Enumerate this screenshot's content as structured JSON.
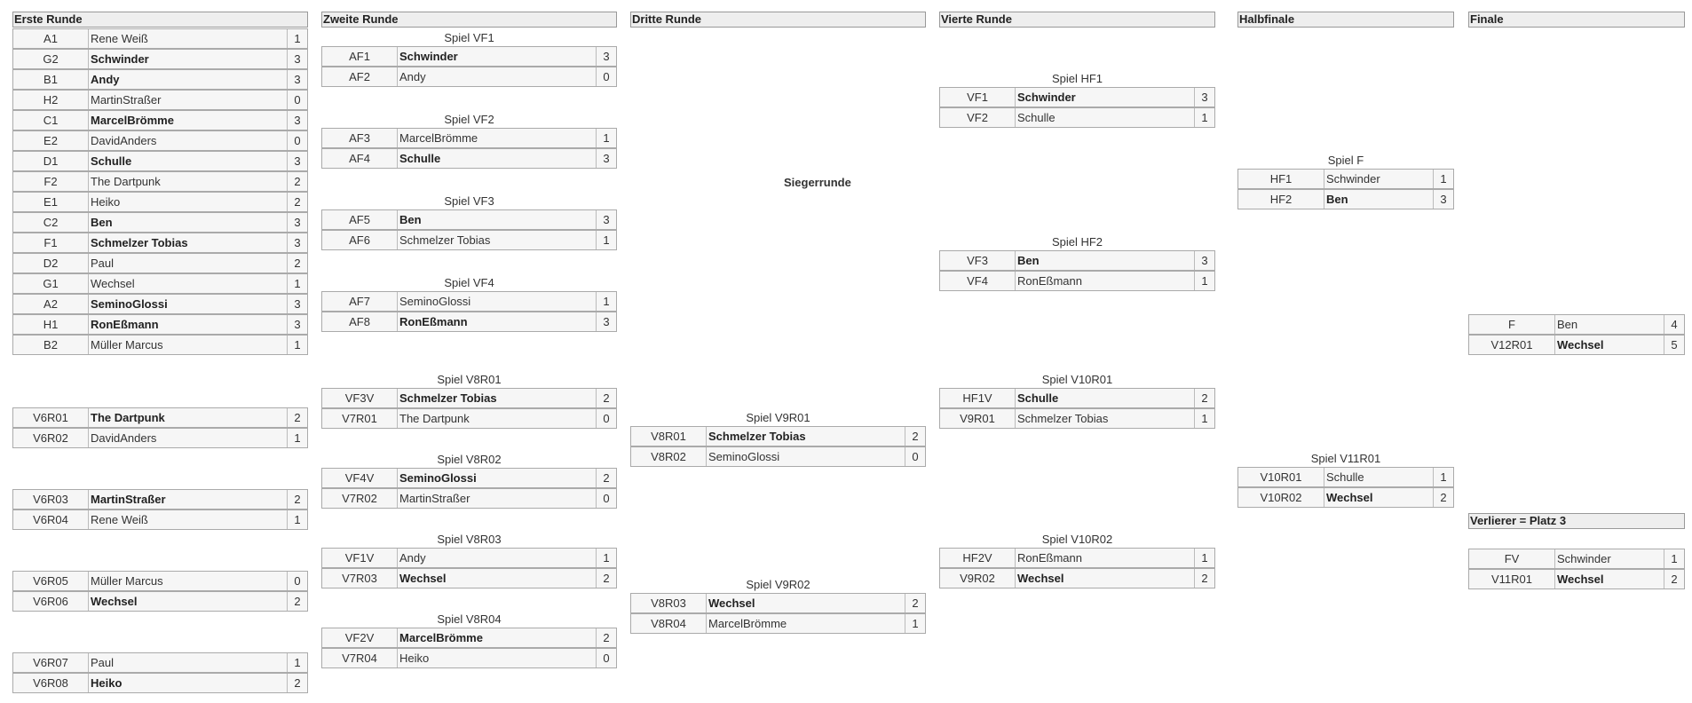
{
  "headers": {
    "r1": "Erste Runde",
    "r2": "Zweite Runde",
    "r3": "Dritte Runde",
    "r4": "Vierte Runde",
    "hf": "Halbfinale",
    "f": "Finale",
    "verlierer": "Verlierer = Platz 3"
  },
  "siegerrunde": "Siegerrunde",
  "r1": [
    {
      "code": "A1",
      "name": "Rene Weiß",
      "score": "1",
      "win": false
    },
    {
      "code": "G2",
      "name": "Schwinder",
      "score": "3",
      "win": true
    },
    {
      "code": "B1",
      "name": "Andy",
      "score": "3",
      "win": true
    },
    {
      "code": "H2",
      "name": "MartinStraßer",
      "score": "0",
      "win": false
    },
    {
      "code": "C1",
      "name": "MarcelBrömme",
      "score": "3",
      "win": true
    },
    {
      "code": "E2",
      "name": "DavidAnders",
      "score": "0",
      "win": false
    },
    {
      "code": "D1",
      "name": "Schulle",
      "score": "3",
      "win": true
    },
    {
      "code": "F2",
      "name": "The Dartpunk",
      "score": "2",
      "win": false
    },
    {
      "code": "E1",
      "name": "Heiko",
      "score": "2",
      "win": false
    },
    {
      "code": "C2",
      "name": "Ben",
      "score": "3",
      "win": true
    },
    {
      "code": "F1",
      "name": "Schmelzer Tobias",
      "score": "3",
      "win": true
    },
    {
      "code": "D2",
      "name": "Paul",
      "score": "2",
      "win": false
    },
    {
      "code": "G1",
      "name": "Wechsel",
      "score": "1",
      "win": false
    },
    {
      "code": "A2",
      "name": "SeminoGlossi",
      "score": "3",
      "win": true
    },
    {
      "code": "H1",
      "name": "RonEßmann",
      "score": "3",
      "win": true
    },
    {
      "code": "B2",
      "name": "Müller Marcus",
      "score": "1",
      "win": false
    }
  ],
  "v6": [
    [
      {
        "code": "V6R01",
        "name": "The Dartpunk",
        "score": "2",
        "win": true
      },
      {
        "code": "V6R02",
        "name": "DavidAnders",
        "score": "1",
        "win": false
      }
    ],
    [
      {
        "code": "V6R03",
        "name": "MartinStraßer",
        "score": "2",
        "win": true
      },
      {
        "code": "V6R04",
        "name": "Rene Weiß",
        "score": "1",
        "win": false
      }
    ],
    [
      {
        "code": "V6R05",
        "name": "Müller Marcus",
        "score": "0",
        "win": false
      },
      {
        "code": "V6R06",
        "name": "Wechsel",
        "score": "2",
        "win": true
      }
    ],
    [
      {
        "code": "V6R07",
        "name": "Paul",
        "score": "1",
        "win": false
      },
      {
        "code": "V6R08",
        "name": "Heiko",
        "score": "2",
        "win": true
      }
    ]
  ],
  "r2": [
    {
      "title": "Spiel VF1",
      "rows": [
        {
          "code": "AF1",
          "name": "Schwinder",
          "score": "3",
          "win": true
        },
        {
          "code": "AF2",
          "name": "Andy",
          "score": "0",
          "win": false
        }
      ]
    },
    {
      "title": "Spiel VF2",
      "rows": [
        {
          "code": "AF3",
          "name": "MarcelBrömme",
          "score": "1",
          "win": false
        },
        {
          "code": "AF4",
          "name": "Schulle",
          "score": "3",
          "win": true
        }
      ]
    },
    {
      "title": "Spiel VF3",
      "rows": [
        {
          "code": "AF5",
          "name": "Ben",
          "score": "3",
          "win": true
        },
        {
          "code": "AF6",
          "name": "Schmelzer Tobias",
          "score": "1",
          "win": false
        }
      ]
    },
    {
      "title": "Spiel VF4",
      "rows": [
        {
          "code": "AF7",
          "name": "SeminoGlossi",
          "score": "1",
          "win": false
        },
        {
          "code": "AF8",
          "name": "RonEßmann",
          "score": "3",
          "win": true
        }
      ]
    },
    {
      "title": "Spiel V8R01",
      "rows": [
        {
          "code": "VF3V",
          "name": "Schmelzer Tobias",
          "score": "2",
          "win": true
        },
        {
          "code": "V7R01",
          "name": "The Dartpunk",
          "score": "0",
          "win": false
        }
      ]
    },
    {
      "title": "Spiel V8R02",
      "rows": [
        {
          "code": "VF4V",
          "name": "SeminoGlossi",
          "score": "2",
          "win": true
        },
        {
          "code": "V7R02",
          "name": "MartinStraßer",
          "score": "0",
          "win": false
        }
      ]
    },
    {
      "title": "Spiel V8R03",
      "rows": [
        {
          "code": "VF1V",
          "name": "Andy",
          "score": "1",
          "win": false
        },
        {
          "code": "V7R03",
          "name": "Wechsel",
          "score": "2",
          "win": true
        }
      ]
    },
    {
      "title": "Spiel V8R04",
      "rows": [
        {
          "code": "VF2V",
          "name": "MarcelBrömme",
          "score": "2",
          "win": true
        },
        {
          "code": "V7R04",
          "name": "Heiko",
          "score": "0",
          "win": false
        }
      ]
    }
  ],
  "r3": [
    {
      "title": "Spiel V9R01",
      "rows": [
        {
          "code": "V8R01",
          "name": "Schmelzer Tobias",
          "score": "2",
          "win": true
        },
        {
          "code": "V8R02",
          "name": "SeminoGlossi",
          "score": "0",
          "win": false
        }
      ]
    },
    {
      "title": "Spiel V9R02",
      "rows": [
        {
          "code": "V8R03",
          "name": "Wechsel",
          "score": "2",
          "win": true
        },
        {
          "code": "V8R04",
          "name": "MarcelBrömme",
          "score": "1",
          "win": false
        }
      ]
    }
  ],
  "r4": [
    {
      "title": "Spiel HF1",
      "rows": [
        {
          "code": "VF1",
          "name": "Schwinder",
          "score": "3",
          "win": true
        },
        {
          "code": "VF2",
          "name": "Schulle",
          "score": "1",
          "win": false
        }
      ]
    },
    {
      "title": "Spiel HF2",
      "rows": [
        {
          "code": "VF3",
          "name": "Ben",
          "score": "3",
          "win": true
        },
        {
          "code": "VF4",
          "name": "RonEßmann",
          "score": "1",
          "win": false
        }
      ]
    },
    {
      "title": "Spiel V10R01",
      "rows": [
        {
          "code": "HF1V",
          "name": "Schulle",
          "score": "2",
          "win": true
        },
        {
          "code": "V9R01",
          "name": "Schmelzer Tobias",
          "score": "1",
          "win": false
        }
      ]
    },
    {
      "title": "Spiel V10R02",
      "rows": [
        {
          "code": "HF2V",
          "name": "RonEßmann",
          "score": "1",
          "win": false
        },
        {
          "code": "V9R02",
          "name": "Wechsel",
          "score": "2",
          "win": true
        }
      ]
    }
  ],
  "hf": [
    {
      "title": "Spiel F",
      "rows": [
        {
          "code": "HF1",
          "name": "Schwinder",
          "score": "1",
          "win": false
        },
        {
          "code": "HF2",
          "name": "Ben",
          "score": "3",
          "win": true
        }
      ]
    },
    {
      "title": "Spiel V11R01",
      "rows": [
        {
          "code": "V10R01",
          "name": "Schulle",
          "score": "1",
          "win": false
        },
        {
          "code": "V10R02",
          "name": "Wechsel",
          "score": "2",
          "win": true
        }
      ]
    }
  ],
  "final": [
    {
      "rows": [
        {
          "code": "F",
          "name": "Ben",
          "score": "4",
          "win": false
        },
        {
          "code": "V12R01",
          "name": "Wechsel",
          "score": "5",
          "win": true
        }
      ]
    },
    {
      "rows": [
        {
          "code": "FV",
          "name": "Schwinder",
          "score": "1",
          "win": false
        },
        {
          "code": "V11R01",
          "name": "Wechsel",
          "score": "2",
          "win": true
        }
      ]
    }
  ]
}
